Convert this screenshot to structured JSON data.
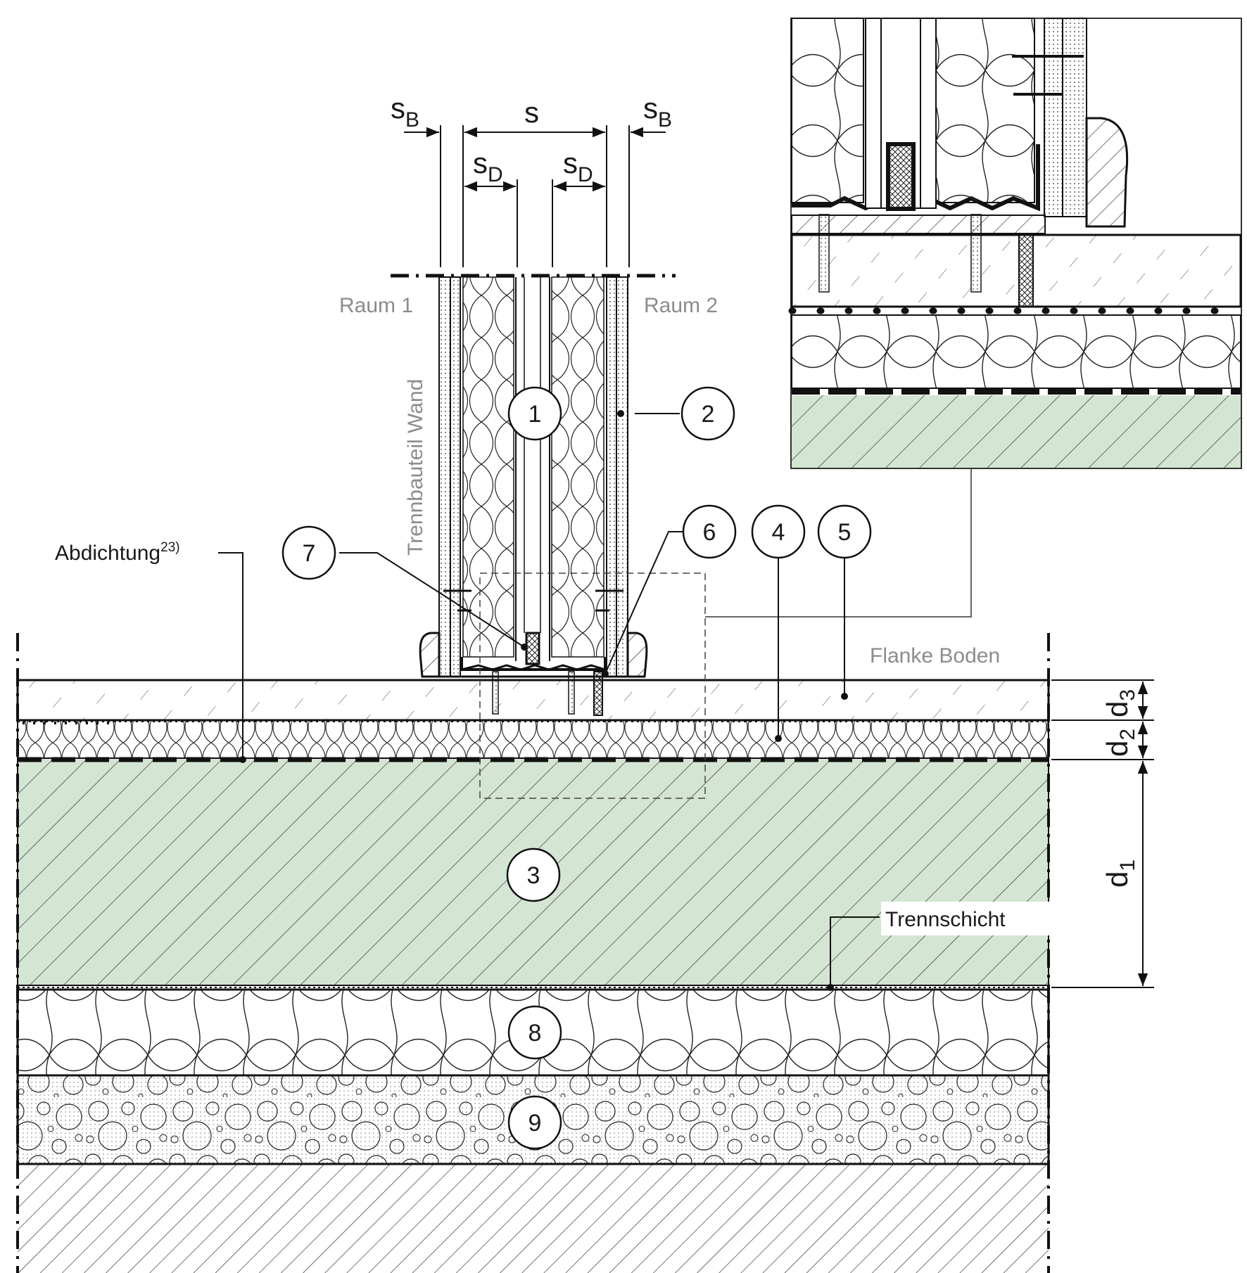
{
  "dimensions": {
    "s": "s",
    "sb_left": "s",
    "sb_left_sub": "B",
    "sb_right": "s",
    "sb_right_sub": "B",
    "sd_left": "s",
    "sd_left_sub": "D",
    "sd_right": "s",
    "sd_right_sub": "D",
    "d1": "d",
    "d1_sub": "1",
    "d2": "d",
    "d2_sub": "2",
    "d3": "d",
    "d3_sub": "3"
  },
  "labels": {
    "raum1": "Raum 1",
    "raum2": "Raum 2",
    "trennbauteil": "Trennbauteil Wand",
    "flanke": "Flanke Boden",
    "abdichtung": "Abdichtung",
    "abdichtung_sup": "23)",
    "trennschicht": "Trennschicht"
  },
  "callouts": [
    "1",
    "2",
    "3",
    "4",
    "5",
    "6",
    "7",
    "8",
    "9"
  ],
  "colors": {
    "concrete_fill": "#d5e5d3",
    "line": "#1a1a1a",
    "grey_text": "#8c8c8c"
  }
}
